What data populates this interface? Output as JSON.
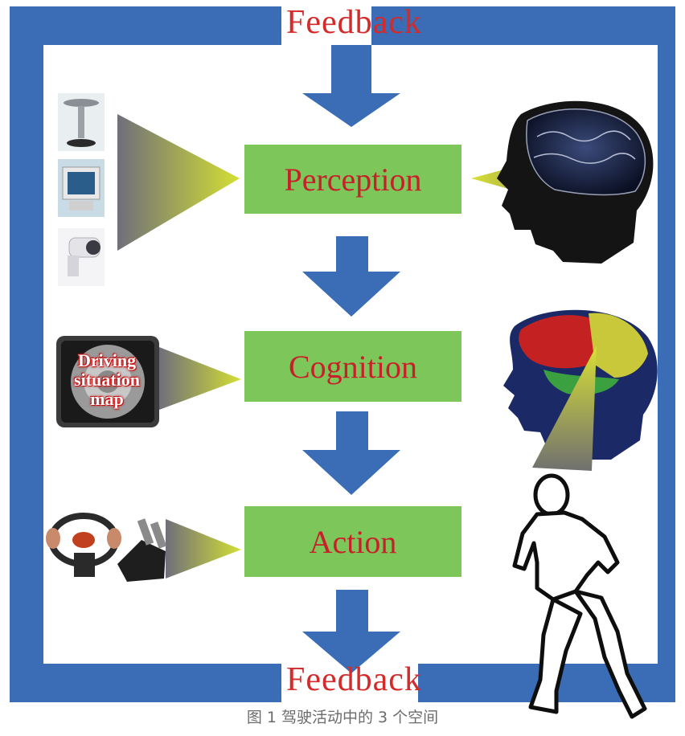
{
  "diagram": {
    "stages": [
      {
        "label": "Perception"
      },
      {
        "label": "Cognition"
      },
      {
        "label": "Action"
      }
    ],
    "feedback_top": "Feedback",
    "feedback_bottom": "Feedback",
    "map_label_lines": [
      "Driving",
      "situation",
      "map"
    ],
    "caption": "图 1   驾驶活动中的 3 个空间",
    "colors": {
      "frame": "#3a6db5",
      "arrow": "#3a6db5",
      "box": "#7cc65a",
      "box_text": "#c8202a",
      "feedback_text": "#d42a2a"
    }
  }
}
